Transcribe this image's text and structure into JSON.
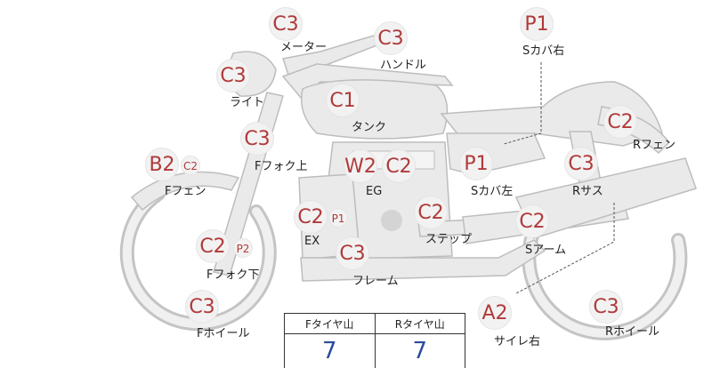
{
  "parts": [
    {
      "id": "meter",
      "label": "メーター",
      "grade": "C3"
    },
    {
      "id": "handle",
      "label": "ハンドル",
      "grade": "C3"
    },
    {
      "id": "s-cover-r",
      "label": "Sカバ右",
      "grade": "P1"
    },
    {
      "id": "light",
      "label": "ライト",
      "grade": "C3"
    },
    {
      "id": "tank",
      "label": "タンク",
      "grade": "C1"
    },
    {
      "id": "r-fender",
      "label": "Rフェン",
      "grade": "C2"
    },
    {
      "id": "f-fork-upper",
      "label": "Fフォク上",
      "grade": "C3"
    },
    {
      "id": "f-fender",
      "label": "Fフェン",
      "grade": "B2",
      "sub_grade": "C2"
    },
    {
      "id": "engine",
      "label": "EG",
      "grade": "W2",
      "sub_grade": "C2"
    },
    {
      "id": "s-cover-l",
      "label": "Sカバ左",
      "grade": "P1"
    },
    {
      "id": "r-suspension",
      "label": "Rサス",
      "grade": "C3"
    },
    {
      "id": "exhaust",
      "label": "EX",
      "grade": "C2",
      "sub_grade": "P1"
    },
    {
      "id": "step",
      "label": "ステップ",
      "grade": "C2"
    },
    {
      "id": "s-arm",
      "label": "Sアーム",
      "grade": "C2"
    },
    {
      "id": "f-fork-lower",
      "label": "Fフォク下",
      "grade": "C2",
      "sub_grade": "P2"
    },
    {
      "id": "frame",
      "label": "フレーム",
      "grade": "C3"
    },
    {
      "id": "silencer-r",
      "label": "サイレ右",
      "grade": "A2"
    },
    {
      "id": "f-wheel",
      "label": "Fホイール",
      "grade": "C3"
    },
    {
      "id": "r-wheel",
      "label": "Rホイール",
      "grade": "C3"
    }
  ],
  "tire_table": {
    "front_header": "Fタイヤ山",
    "rear_header": "Rタイヤ山",
    "front_value": "7",
    "rear_value": "7"
  },
  "colors": {
    "grade_text": "#b03a3a",
    "bike_fill": "#e8e8e8",
    "bike_stroke": "#bdbdbd",
    "tire_value": "#2b4c9a"
  }
}
